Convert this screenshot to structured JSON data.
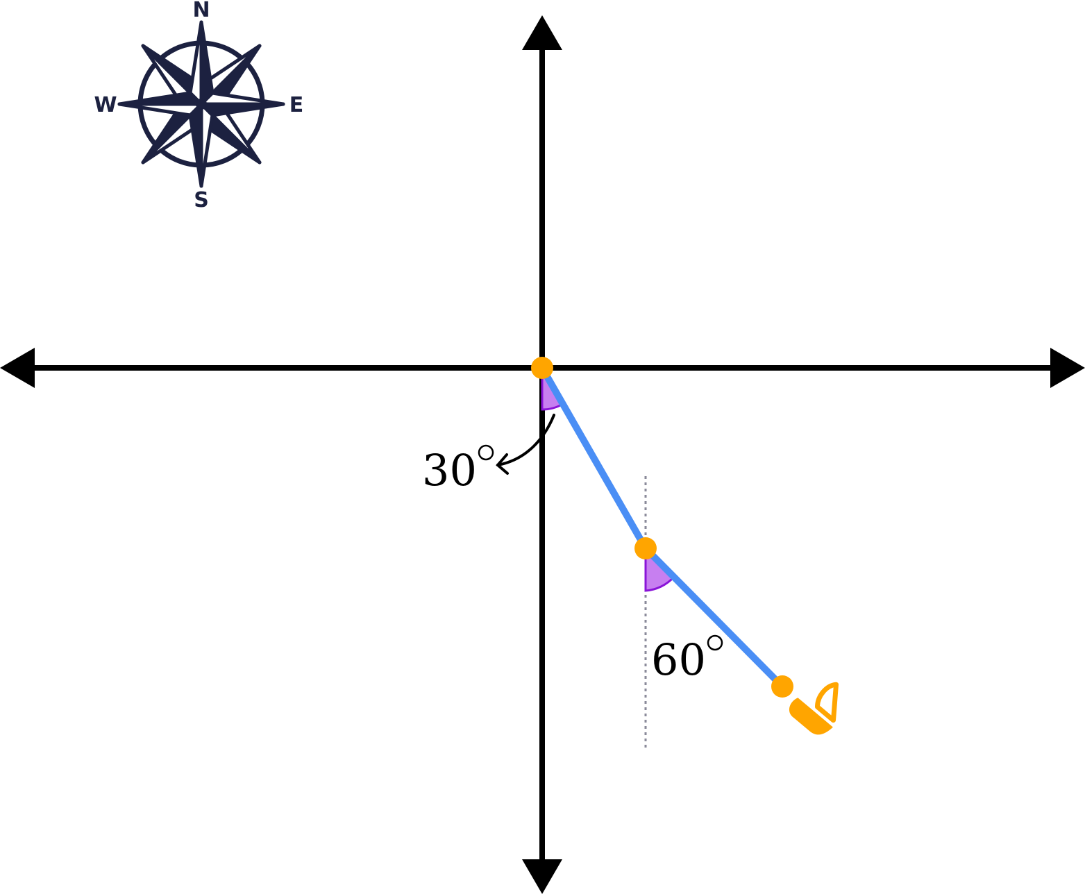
{
  "compass": {
    "north": "N",
    "south": "S",
    "east": "E",
    "west": "W",
    "color": "#1c2140"
  },
  "angles": [
    {
      "label": "30",
      "degrees": 30
    },
    {
      "label": "60",
      "degrees": 60
    }
  ],
  "colors": {
    "axis": "#000000",
    "path": "#4a8ef5",
    "point": "#ffa500",
    "angle_fill": "#c77ff0",
    "angle_stroke": "#8a14d8",
    "reference_line": "#8a8a99",
    "boat": "#ffa500"
  },
  "icons": {
    "compass": "compass-rose-icon",
    "boat": "sailboat-icon"
  }
}
